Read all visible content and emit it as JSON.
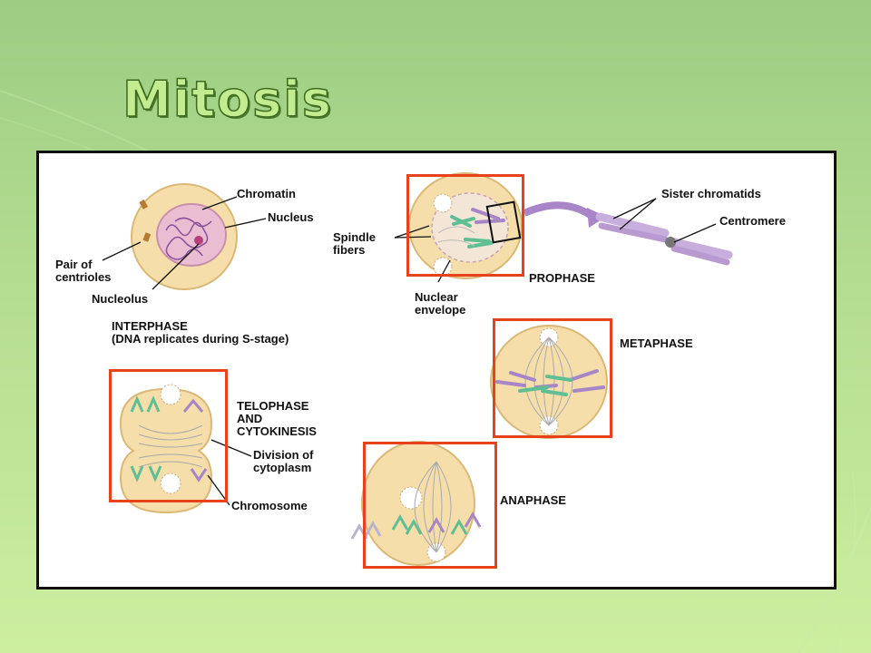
{
  "title": "Mitosis",
  "labels": {
    "chromatin": "Chromatin",
    "nucleus": "Nucleus",
    "pair_of_centrioles": "Pair of\ncentrioles",
    "nucleolus": "Nucleolus",
    "interphase": "INTERPHASE\n(DNA replicates during S-stage)",
    "spindle_fibers": "Spindle\nfibers",
    "nuclear_envelope": "Nuclear\nenvelope",
    "prophase": "PROPHASE",
    "sister_chromatids": "Sister chromatids",
    "centromere": "Centromere",
    "metaphase": "METAPHASE",
    "telophase": "TELOPHASE\nAND\nCYTOKINESIS",
    "division_of_cytoplasm": "Division of\ncytoplasm",
    "chromosome": "Chromosome",
    "anaphase": "ANAPHASE"
  },
  "colors": {
    "highlight": "#e8421c",
    "cell": "#f6deaa",
    "nucleus": "#ebbdd2",
    "chromatid_purple": "#a785c6",
    "chromatid_green": "#5fbf92",
    "centriole": "#b57b31"
  }
}
